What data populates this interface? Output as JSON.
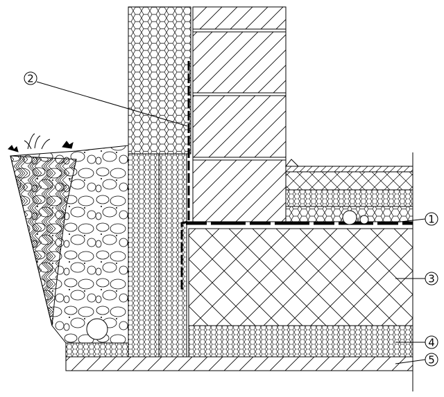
{
  "drawing": {
    "callouts": [
      {
        "id": "2",
        "text": "2"
      },
      {
        "id": "1",
        "text": "1"
      },
      {
        "id": "3",
        "text": "3"
      },
      {
        "id": "4",
        "text": "4"
      },
      {
        "id": "5",
        "text": "5"
      }
    ]
  },
  "colors": {
    "line": "#000000",
    "background": "#ffffff"
  }
}
